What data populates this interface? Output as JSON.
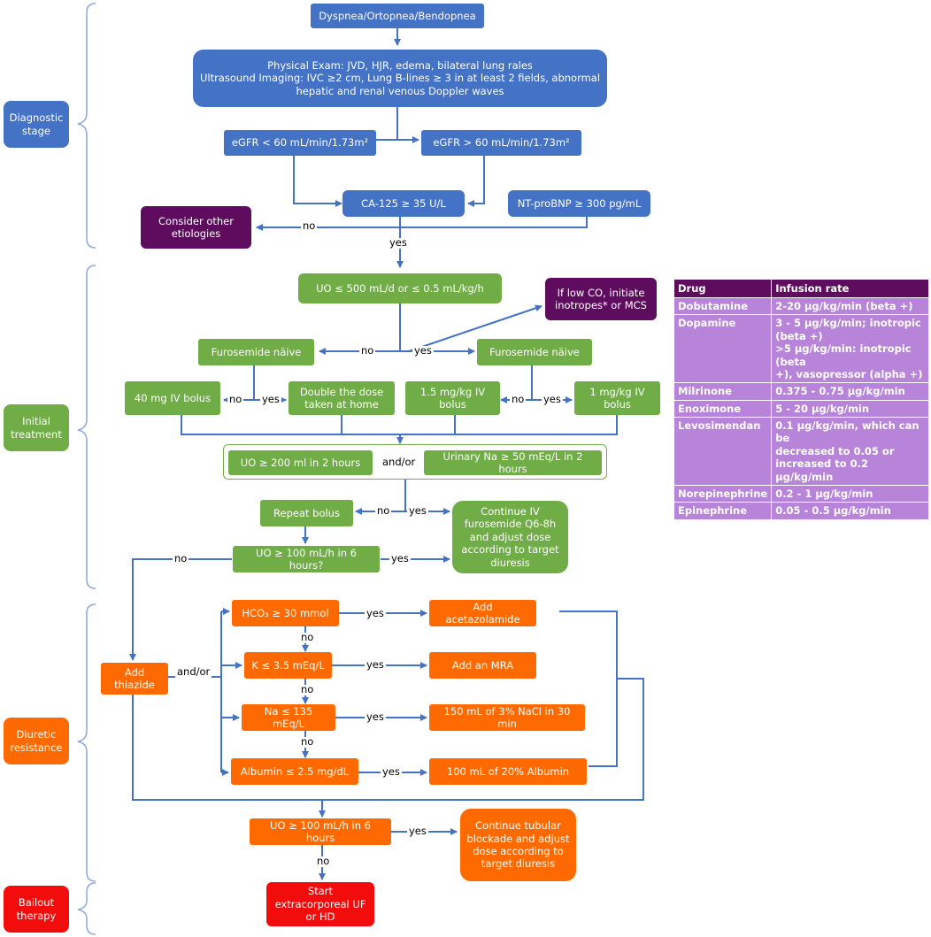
{
  "stages": {
    "diagnostic": "Diagnostic\nstage",
    "initial": "Initial\ntreatment",
    "resistance": "Diuretic\nresistance",
    "bailout": "Bailout\ntherapy"
  },
  "nodes": {
    "dyspnea": "Dyspnea/Ortopnea/Bendopnea",
    "physical_exam": "Physical Exam: JVD, HJR, edema, bilateral lung rales\nUltrasound Imaging: IVC ≥2 cm, Lung B-lines ≥ 3 in at least 2 fields, abnormal\nhepatic and renal venous Doppler waves",
    "egfr_low": "eGFR < 60 mL/min/1.73m²",
    "egfr_high": "eGFR > 60 mL/min/1.73m²",
    "ca125": "CA-125 ≥ 35 U/L",
    "ntprobnp": "NT-proBNP ≥ 300 pg/mL",
    "other_etiologies": "Consider other\netiologies",
    "uo_500": "UO ≤ 500 mL/d or ≤ 0.5 mL/kg/h",
    "inotropes": "If low CO, initiate\ninotropes* or MCS",
    "furo_naive_left": "Furosemide näive",
    "furo_naive_right": "Furosemide näive",
    "bolus_40": "40 mg IV bolus",
    "double_dose": "Double the dose\ntaken at home",
    "bolus_15": "1.5 mg/kg IV\nbolus",
    "bolus_1": "1 mg/kg IV\nbolus",
    "uo_200": "UO ≥ 200 ml in 2 hours",
    "and_or_1": "and/or",
    "urinary_na": "Urinary Na ≥ 50 mEq/L in 2 hours",
    "repeat_bolus": "Repeat bolus",
    "continue_iv": "Continue IV\nfurosemide Q6-8h\nand adjust dose\naccording to target\ndiuresis",
    "uo_100_a": "UO ≥ 100 mL/h in 6 hours?",
    "add_thiazide": "Add\nthiazide",
    "and_or_2": "and/or",
    "hco3": "HCO₃ ≥ 30 mmol",
    "k": "K ≤ 3.5 mEq/L",
    "na": "Na ≤ 135 mEq/L",
    "albumin": "Albumin ≤ 2.5 mg/dL",
    "acetazolamide": "Add acetazolamide",
    "mra": "Add an MRA",
    "nacl": "150 mL of 3% NaCl in 30 min",
    "albumin_tx": "100 mL of 20% Albumin",
    "uo_100_b": "UO ≥ 100 mL/h in 6 hours",
    "continue_tubular": "Continue tubular\nblockade and adjust\ndose according to\ntarget diuresis",
    "extracorporeal": "Start\nextracorporeal UF\nor HD"
  },
  "labels": {
    "no": "no",
    "yes": "yes"
  },
  "drug_table": {
    "headers": [
      "Drug",
      "Infusion rate"
    ],
    "rows": [
      [
        "Dobutamine",
        "2-20 µg/kg/min (beta +)"
      ],
      [
        "Dopamine",
        "3 - 5 µg/kg/min; inotropic\n(beta +)\n>5 µg/kg/min: inotropic (beta\n+), vasopressor (alpha +)"
      ],
      [
        "Milrinone",
        "0.375 - 0.75 µg/kg/min"
      ],
      [
        "Enoximone",
        "5 - 20 µg/kg/min"
      ],
      [
        "Levosimendan",
        " 0.1 µg/kg/min, which can be\ndecreased to 0.05 or\nincreased to 0.2 µg/kg/min"
      ],
      [
        "Norepinephrine",
        "0.2 - 1 µg/kg/min"
      ],
      [
        "Epinephrine",
        "0.05 - 0.5 µg/kg/min"
      ]
    ]
  },
  "colors": {
    "diagnostic": "#4472C4",
    "treatment": "#70AD47",
    "resistance": "#FF6A00",
    "bailout": "#F20C0C",
    "etiology": "#5E0D5E",
    "table_row": "#B784D9",
    "connector": "#4472C4",
    "bracket": "#8EA9DB"
  }
}
